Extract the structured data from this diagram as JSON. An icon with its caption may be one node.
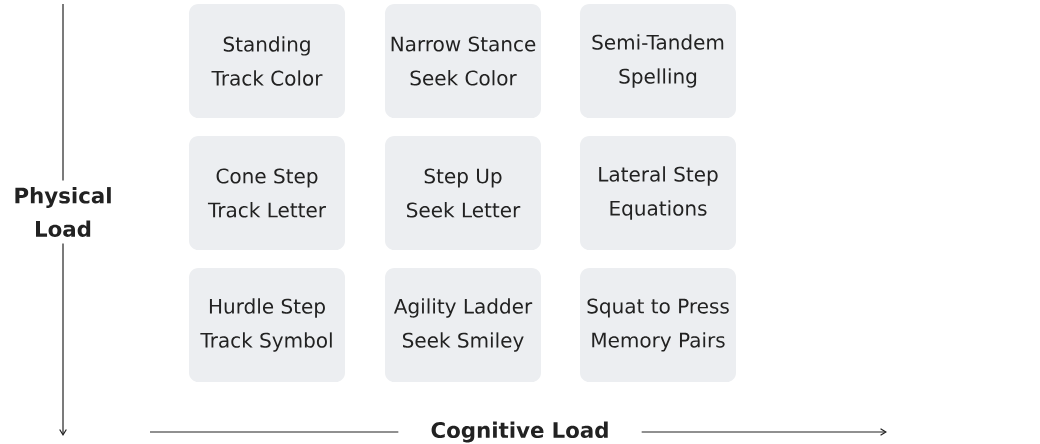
{
  "diagram": {
    "nodes": [
      {
        "text": [
          "Standing",
          "Track Color"
        ]
      },
      {
        "text": [
          "Narrow Stance",
          "Seek Color"
        ]
      },
      {
        "text": [
          "Semi-Tandem",
          "Spelling"
        ]
      },
      {
        "text": [
          "Cone Step",
          "Track Letter"
        ]
      },
      {
        "text": [
          "Step Up",
          "Seek Letter"
        ]
      },
      {
        "text": [
          "Lateral Step",
          "Equations"
        ]
      },
      {
        "text": [
          "Hurdle Step",
          "Track Symbol"
        ]
      },
      {
        "text": [
          "Agility Ladder",
          "Seek Smiley"
        ]
      },
      {
        "text": [
          "Squat to Press",
          "Memory Pairs"
        ]
      }
    ],
    "labels": [
      "Physical Load",
      "Cognitive Load"
    ]
  }
}
